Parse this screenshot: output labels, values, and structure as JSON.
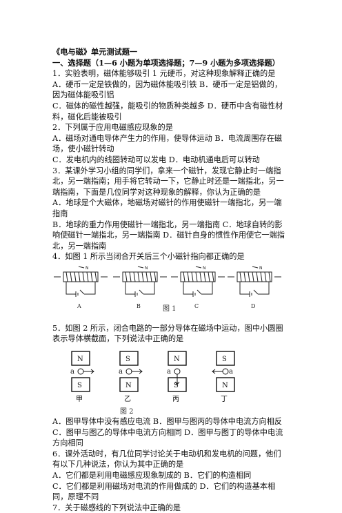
{
  "doc": {
    "title": "《电与磁》单元测试题一",
    "section": "一、选择题（1—6 小题为单项选择题；7—9 小题为多项选择题）",
    "q1": {
      "stem": "1．实验表明，磁体能够吸引 1 元硬币，对这种现象解释正确的是",
      "ab": "A．硬币一定是铁做的，因为磁体能吸引铁 B．硬币一定是铝做的，因为磁体能吸引铝",
      "cd": "C．磁体的磁性越强，能吸引的物质种类越多 D．硬币中含有磁性材料，磁化后能被吸引"
    },
    "q2": {
      "stem": "2．下列属于应用电磁感应现象的是",
      "ab": "A．磁场对通电导体产生力的作用，使导体运动 B．电流周围存在磁场，使小磁针转动",
      "cd": "C．发电机内的线圈转动可以发电 D．电动机通电后可以转动"
    },
    "q3": {
      "stem": "3．某课外学习小组的同学们，拿来一个磁针，发现它静止时一端指北，另一端指南；用手将它转动一下，它静止时还是一端指北，另一端指南，下面是几位同学对这种现象的解释，你认为正确的是",
      "a": "A．地球是个大磁体，地磁场对磁针的作用使磁针一端指北，另一端指南",
      "bc": "B．地球的重力作用使磁针一端指北，另一端指南 C．地球自转的影响使磁针一端指北，另一端指南 D．磁针自身的惯性作用使它一端指北，另一端指南"
    },
    "q4": {
      "stem": "4．如图 1 所示当闭合开关后三个小磁针指向都正确的是",
      "labels": [
        "A",
        "B",
        "C",
        "D"
      ],
      "caption": "图 1"
    },
    "q5": {
      "stem": "5．如图 2 所示，闭合电路的一部分导体在磁场中运动，图中小圆圈表示导体横截面，下列说法中正确的是",
      "panels": [
        {
          "top": "N",
          "bottom": "S",
          "name": "甲"
        },
        {
          "top": "S",
          "bottom": "N",
          "name": "乙"
        },
        {
          "top": "N",
          "bottom": "S",
          "name": "丙"
        },
        {
          "top": "S",
          "bottom": "N",
          "name": "丁"
        }
      ],
      "a_label": "a",
      "caption": "图 2",
      "ab": "A．图甲导体中没有感应电流 B．图甲与图丙的导体中电流方向相反",
      "cd": "C．图甲与图乙的导体中电流方向相同 D．图甲与图丁的导体中电流方向相同"
    },
    "q6": {
      "stem": "6．课外活动时，有几位同学讨论关于电动机和发电机的问题，他们有以下几种说法，你认为其中正确的是",
      "ab": "A．它们都是利用电磁感应现象制成的 B．它们的构造相同",
      "cd": "C．它们都是利用磁场对电流的作用做成的 D．它们的构造基本相同，原理不同"
    },
    "q7": {
      "stem": "7．关于磁感线的下列说法中正确的是"
    },
    "magnet_label": "N"
  }
}
